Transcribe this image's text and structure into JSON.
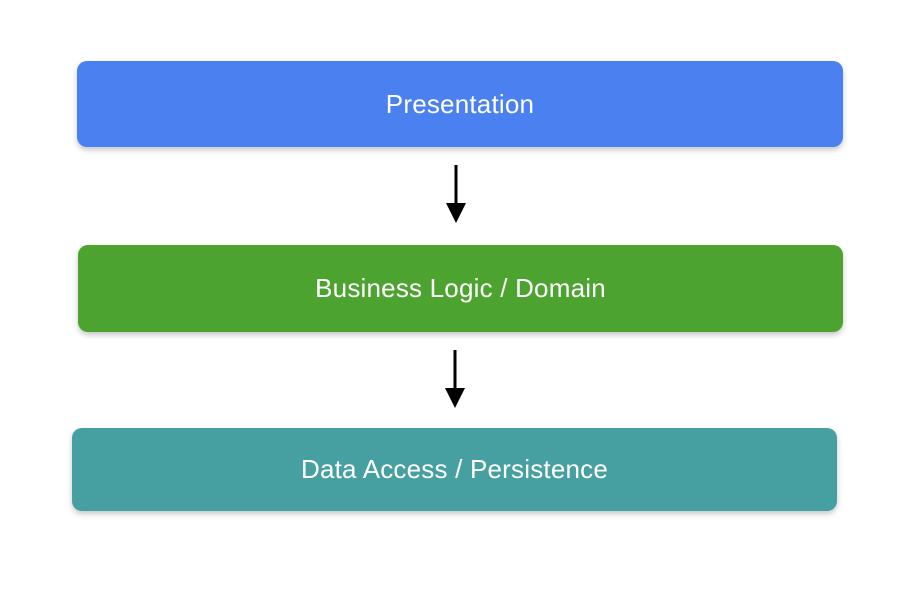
{
  "diagram": {
    "background": "#ffffff",
    "text_color": "#ffffff",
    "arrow_color": "#000000",
    "layers": [
      {
        "label": "Presentation",
        "color": "#4a80f0"
      },
      {
        "label": "Business Logic / Domain",
        "color": "#4ca32f"
      },
      {
        "label": "Data Access / Persistence",
        "color": "#46a0a1"
      }
    ],
    "edges": [
      {
        "from": "Presentation",
        "to": "Business Logic / Domain",
        "direction": "down"
      },
      {
        "from": "Business Logic / Domain",
        "to": "Data Access / Persistence",
        "direction": "down"
      }
    ]
  }
}
